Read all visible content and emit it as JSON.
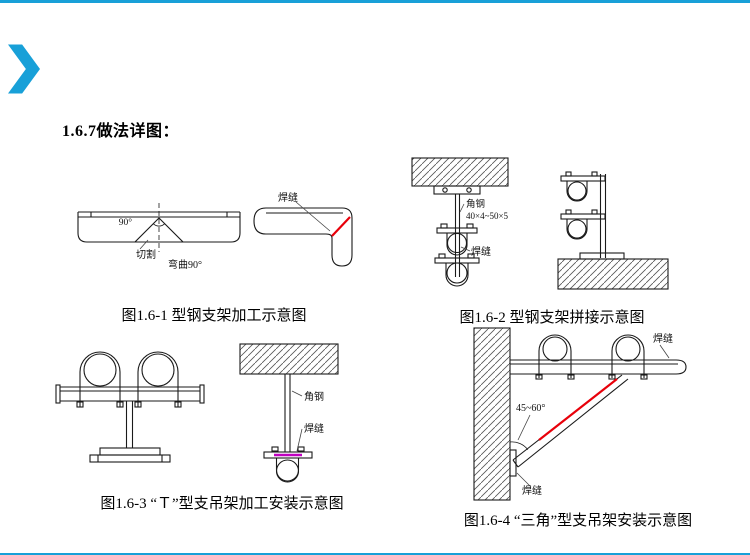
{
  "page": {
    "heading": "1.6.7做法详图：",
    "accent_color": "#18a0d8",
    "weld_color": "#e8000a",
    "highlight_color": "#c000c0"
  },
  "figure1": {
    "caption": "图1.6-1 型钢支架加工示意图",
    "labels": {
      "angle": "90°",
      "cut": "切割",
      "bend": "弯曲90°",
      "weld": "焊缝"
    }
  },
  "figure2": {
    "caption": "图1.6-2 型钢支架拼接示意图",
    "labels": {
      "angle_steel": "角钢",
      "angle_spec": "40×4~50×5",
      "weld": "焊缝"
    }
  },
  "figure3": {
    "caption": "图1.6-3 “Ｔ”型支吊架加工安装示意图",
    "labels": {
      "angle_steel": "角钢",
      "weld": "焊缝"
    }
  },
  "figure4": {
    "caption": "图1.6-4 “三角”型支吊架安装示意图",
    "labels": {
      "weld_top": "焊缝",
      "angle_range": "45~60°",
      "weld_bottom": "焊缝"
    }
  }
}
